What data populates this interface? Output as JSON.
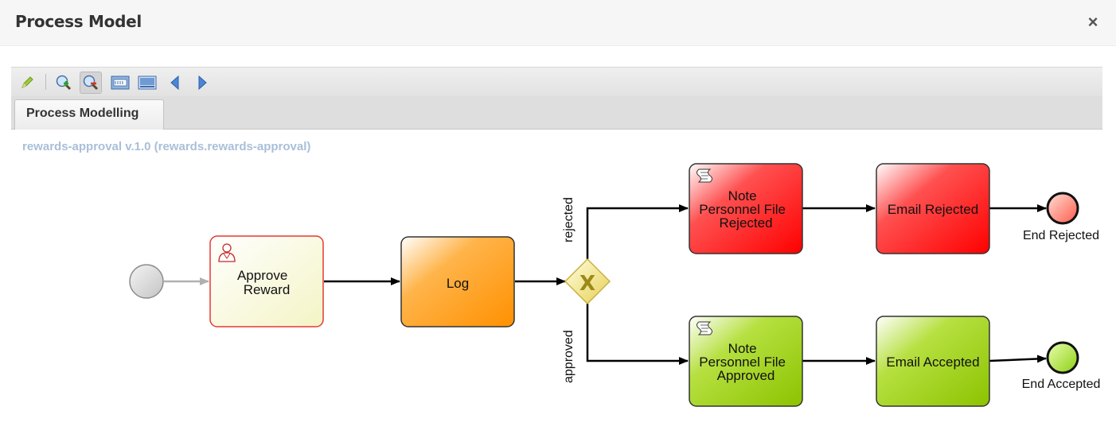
{
  "dialog": {
    "title": "Process Model",
    "close_glyph": "×"
  },
  "toolbar": {
    "buttons": [
      {
        "name": "edit-icon",
        "tooltip": ""
      },
      {
        "name": "zoom-in-icon"
      },
      {
        "name": "zoom-out-icon"
      },
      {
        "name": "actual-size-icon"
      },
      {
        "name": "fit-screen-icon"
      },
      {
        "name": "arrow-left-icon"
      },
      {
        "name": "arrow-right-icon"
      }
    ]
  },
  "tabs": [
    {
      "label": "Process Modelling",
      "active": true
    }
  ],
  "process": {
    "id_label": "rewards-approval v.1.0 (rewards.rewards-approval)"
  },
  "diagram": {
    "tasks": {
      "approve": {
        "lines": [
          "Approve",
          "Reward"
        ],
        "type": "user-task"
      },
      "log": {
        "lines": [
          "Log"
        ],
        "type": "task"
      },
      "note_rejected": {
        "lines": [
          "Note",
          "Personnel File",
          "Rejected"
        ],
        "type": "script-task"
      },
      "email_rejected": {
        "lines": [
          "Email Rejected"
        ],
        "type": "task"
      },
      "note_approved": {
        "lines": [
          "Note",
          "Personnel File",
          "Approved"
        ],
        "type": "script-task"
      },
      "email_accepted": {
        "lines": [
          "Email Accepted"
        ],
        "type": "task"
      }
    },
    "gateway": {
      "symbol": "X",
      "type": "exclusive"
    },
    "edges": {
      "rejected": "rejected",
      "approved": "approved"
    },
    "end_events": {
      "rejected": "End Rejected",
      "accepted": "End Accepted"
    },
    "colors": {
      "start": "#d6d6d6",
      "user_task_fill": "#fafad2",
      "user_task_stroke": "#e53935",
      "log_fill": "#ff9a00",
      "rejected_fill": "#ff2020",
      "approved_fill": "#96c800",
      "gateway_fill": "#f1e27a"
    }
  }
}
